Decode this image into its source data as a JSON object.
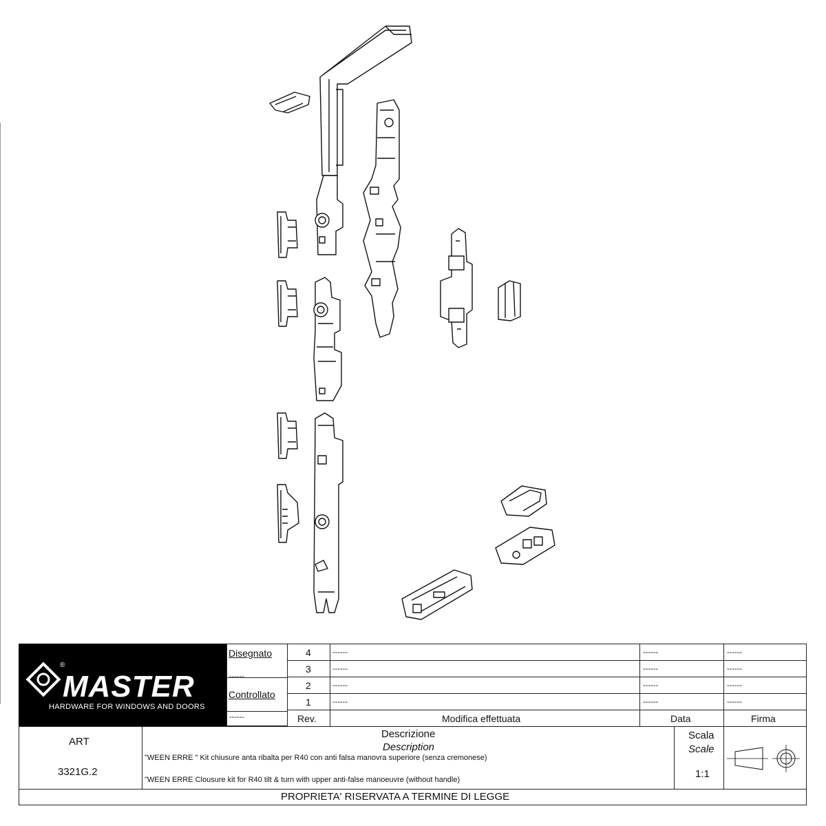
{
  "logo": {
    "reg_mark": "®",
    "brand": "MASTER",
    "tagline": "HARDWARE FOR WINDOWS AND DOORS"
  },
  "signoff": {
    "drawn_label": "Disegnato",
    "drawn_value": "------",
    "checked_label": "Controllato",
    "checked_value": "------"
  },
  "revisions": {
    "rows": [
      {
        "rev": "4",
        "change": "------",
        "date": "------",
        "sign": "------"
      },
      {
        "rev": "3",
        "change": "------",
        "date": "------",
        "sign": "------"
      },
      {
        "rev": "2",
        "change": "------",
        "date": "------",
        "sign": "------"
      },
      {
        "rev": "1",
        "change": "------",
        "date": "------",
        "sign": "------"
      }
    ],
    "header_rev": "Rev.",
    "header_change": "Modifica effettuata",
    "header_date": "Data",
    "header_sign": "Firma"
  },
  "article": {
    "label": "ART",
    "code": "3321G.2"
  },
  "description": {
    "title_it": "Descrizione",
    "title_en": "Description",
    "text_it": "\"WEEN ERRE \" Kit chiusure anta ribalta per R40 con anti falsa manovra superiore (senza cremonese)",
    "text_en": "\"WEEN ERRE Clousure  kit for R40 tilt & turn with upper anti-false manoeuvre (without handle)"
  },
  "scale": {
    "label_it": "Scala",
    "label_en": "Scale",
    "value": "1:1"
  },
  "footer": {
    "rights": "PROPRIETA' RISERVATA A TERMINE DI LEGGE"
  }
}
